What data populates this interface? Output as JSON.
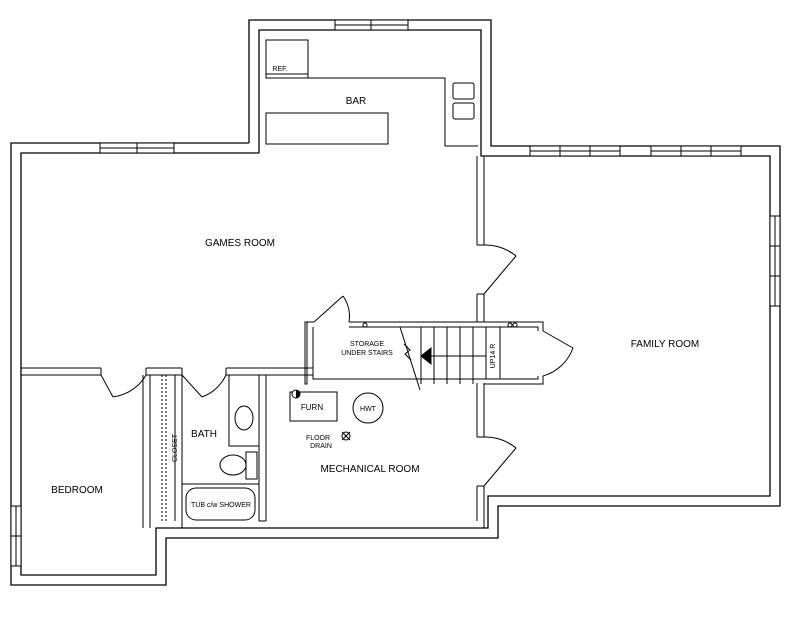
{
  "rooms": {
    "bar": "BAR",
    "games_room": "GAMES ROOM",
    "family_room": "FAMILY ROOM",
    "storage": [
      "STORAGE",
      "UNDER STAIRS"
    ],
    "bath": "BATH",
    "closet": "CLOSET",
    "bedroom": "BEDROOM",
    "mechanical_room": "MECHANICAL ROOM"
  },
  "fixtures": {
    "refrigerator": "REF.",
    "furnace": "FURN",
    "hot_water_tank": "HWT",
    "floor_drain": [
      "FLOOR",
      "DRAIN"
    ],
    "tub": "TUB c/w SHOWER",
    "stair_label": "UP14 R"
  }
}
